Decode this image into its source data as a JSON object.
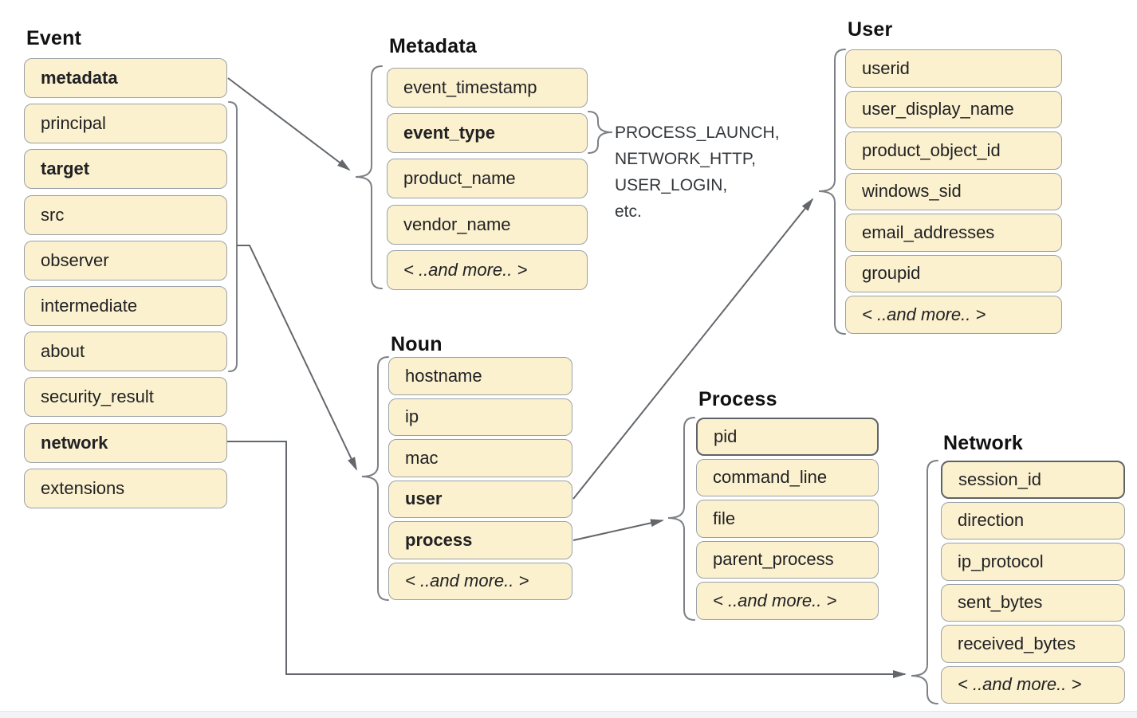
{
  "groups": {
    "event": {
      "title": "Event",
      "fields": [
        {
          "label": "metadata",
          "bold": true
        },
        {
          "label": "principal"
        },
        {
          "label": "target",
          "bold": true
        },
        {
          "label": "src"
        },
        {
          "label": "observer"
        },
        {
          "label": "intermediate"
        },
        {
          "label": "about"
        },
        {
          "label": "security_result"
        },
        {
          "label": "network",
          "bold": true
        },
        {
          "label": "extensions"
        }
      ]
    },
    "metadata": {
      "title": "Metadata",
      "fields": [
        {
          "label": "event_timestamp"
        },
        {
          "label": "event_type",
          "bold": true
        },
        {
          "label": "product_name"
        },
        {
          "label": "vendor_name"
        },
        {
          "label": "< ..and more.. >",
          "italic": true,
          "name": "and-more"
        }
      ]
    },
    "user": {
      "title": "User",
      "fields": [
        {
          "label": "userid"
        },
        {
          "label": "user_display_name"
        },
        {
          "label": "product_object_id"
        },
        {
          "label": "windows_sid"
        },
        {
          "label": "email_addresses"
        },
        {
          "label": "groupid"
        },
        {
          "label": "< ..and more.. >",
          "italic": true,
          "name": "and-more"
        }
      ]
    },
    "noun": {
      "title": "Noun",
      "fields": [
        {
          "label": "hostname"
        },
        {
          "label": "ip"
        },
        {
          "label": "mac"
        },
        {
          "label": "user",
          "bold": true
        },
        {
          "label": "process",
          "bold": true
        },
        {
          "label": "< ..and more.. >",
          "italic": true,
          "name": "and-more"
        }
      ]
    },
    "process": {
      "title": "Process",
      "fields": [
        {
          "label": "pid",
          "strong": true
        },
        {
          "label": "command_line"
        },
        {
          "label": "file"
        },
        {
          "label": "parent_process"
        },
        {
          "label": "< ..and more.. >",
          "italic": true,
          "name": "and-more"
        }
      ]
    },
    "network": {
      "title": "Network",
      "fields": [
        {
          "label": "session_id",
          "strong": true
        },
        {
          "label": "direction"
        },
        {
          "label": "ip_protocol"
        },
        {
          "label": "sent_bytes"
        },
        {
          "label": "received_bytes"
        },
        {
          "label": "< ..and more.. >",
          "italic": true,
          "name": "and-more"
        }
      ]
    }
  },
  "event_type_values": [
    "PROCESS_LAUNCH,",
    "NETWORK_HTTP,",
    "USER_LOGIN,",
    "etc."
  ],
  "colors": {
    "box_fill": "#fcf1ce",
    "box_border": "#9ba1a6",
    "box_border_strong": "#5f6368",
    "connector": "#63676b",
    "brace": "#7d8084",
    "text": "#202124",
    "title": "#111111",
    "note_text": "#33373b",
    "scrollbar_track": "#f1f3f4"
  }
}
